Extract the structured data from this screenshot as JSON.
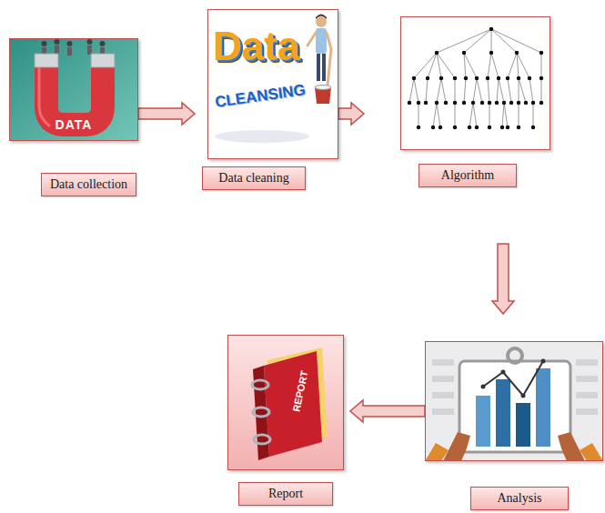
{
  "diagram": {
    "nodes": [
      {
        "text": [
          "DATA",
          "Data collection"
        ]
      },
      {
        "text": [
          "Data",
          "CLEANSING",
          "Data cleaning"
        ]
      },
      {
        "text": [
          "Algorithm"
        ]
      },
      {
        "text": [
          "Analysis"
        ]
      },
      {
        "text": [
          "REPORT",
          "Report"
        ]
      }
    ],
    "edges": [
      {
        "from": 0,
        "to": 1,
        "arrow": "to"
      },
      {
        "from": 1,
        "to": 2,
        "arrow": "to"
      },
      {
        "from": 2,
        "to": 3,
        "arrow": "to"
      },
      {
        "from": 3,
        "to": 4,
        "arrow": "to"
      }
    ]
  }
}
